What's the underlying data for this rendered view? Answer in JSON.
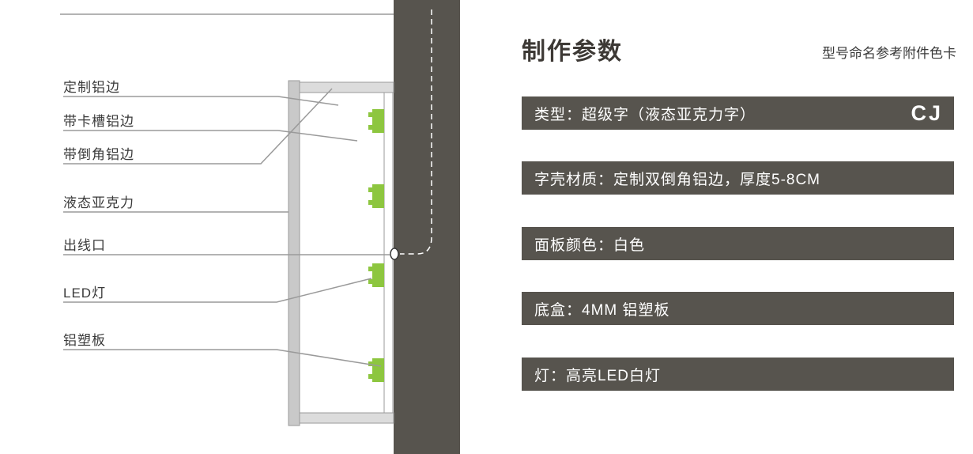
{
  "diagram": {
    "labels": [
      {
        "text": "定制铝边"
      },
      {
        "text": "带卡槽铝边"
      },
      {
        "text": "带倒角铝边"
      },
      {
        "text": "液态亚克力"
      },
      {
        "text": "出线口"
      },
      {
        "text": "LED灯"
      },
      {
        "text": "铝塑板"
      }
    ]
  },
  "panel": {
    "title": "制作参数",
    "note": "型号命名参考附件色卡",
    "specs": [
      {
        "label": "类型：超级字（液态亚克力字）",
        "code": "CJ"
      },
      {
        "label": "字壳材质：定制双倒角铝边，厚度5-8CM"
      },
      {
        "label": "面板颜色：白色"
      },
      {
        "label": "底盒：4MM 铝塑板"
      },
      {
        "label": "灯：高亮LED白灯"
      }
    ]
  },
  "colors": {
    "bar_background": "#57544E",
    "led_green": "#8DC63F",
    "line_gray": "#9A9A9A"
  }
}
